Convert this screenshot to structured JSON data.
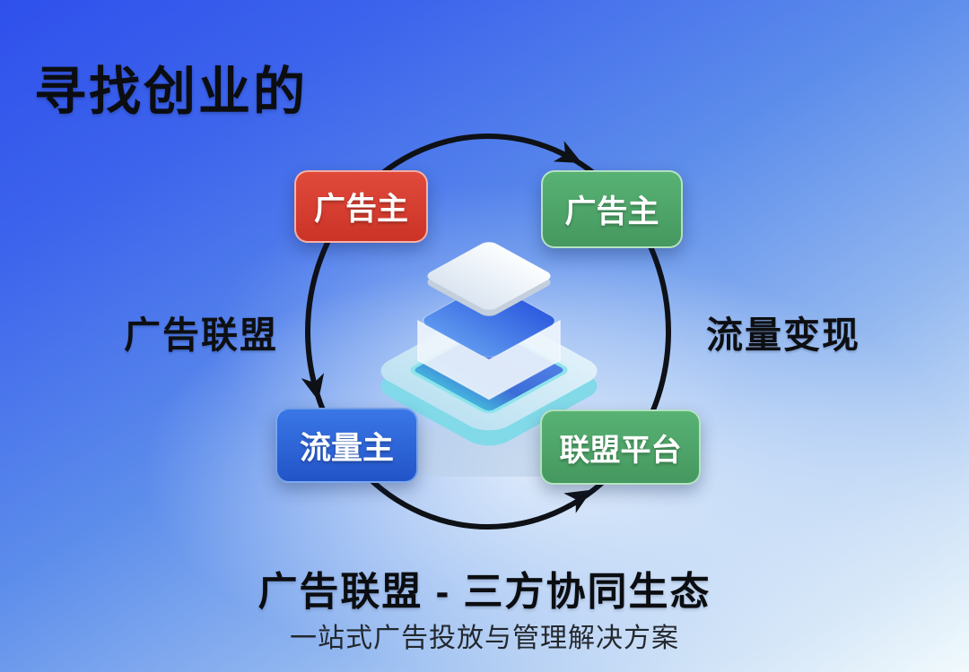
{
  "header": {
    "title": "寻找创业的"
  },
  "diagram": {
    "nodes": [
      {
        "id": "advertiser-red",
        "label": "广告主",
        "color": "#d63b30",
        "position": "top-left"
      },
      {
        "id": "advertiser-green",
        "label": "广告主",
        "color": "#4fa569",
        "position": "top-right"
      },
      {
        "id": "traffic-owner",
        "label": "流量主",
        "color": "#2d63d8",
        "position": "bottom-left"
      },
      {
        "id": "alliance-platform",
        "label": "联盟平台",
        "color": "#4fa569",
        "position": "bottom-right"
      }
    ],
    "side_labels": {
      "left": "广告联盟",
      "right": "流量变现"
    },
    "edges": [
      {
        "from": "advertiser-red",
        "to": "advertiser-green",
        "position": "top",
        "arrow": true
      },
      {
        "from": "advertiser-red",
        "to": "traffic-owner",
        "position": "left",
        "arrow": true
      },
      {
        "from": "traffic-owner",
        "to": "alliance-platform",
        "position": "bottom",
        "arrow": true
      },
      {
        "from": "advertiser-green",
        "to": "alliance-platform",
        "position": "right",
        "arrow": false
      }
    ],
    "center_icon": "layered-platform-3d-stack-icon"
  },
  "footer": {
    "title": "广告联盟 - 三方协同生态",
    "subtitle": "一站式广告投放与管理解决方案"
  },
  "colors": {
    "background_top_left": "#3354ee",
    "background_bottom_right": "#f2fafd",
    "node_red": "#d63b30",
    "node_green": "#4fa569",
    "node_blue": "#2d63d8",
    "arrow_stroke": "#0e1116",
    "stack_cyan": "#7edae8",
    "stack_blue": "#3b6ae6",
    "text_dark": "#0b0d10"
  }
}
